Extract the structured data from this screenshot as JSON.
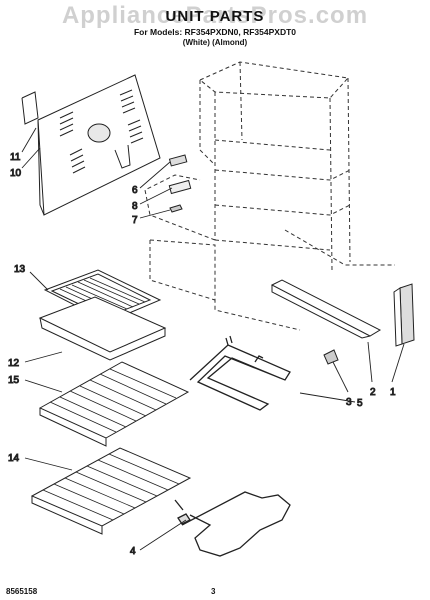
{
  "watermark": "AppliancePartsPros.com",
  "header": {
    "title": "UNIT PARTS",
    "model_line": "For Models: RF354PXDN0, RF354PXDT0",
    "colors_line": "(White)        (Almond)"
  },
  "callouts": {
    "c1": "1",
    "c2": "2",
    "c3": "3",
    "c4": "4",
    "c5": "5",
    "c6": "6",
    "c7": "7",
    "c8": "8",
    "c10": "10",
    "c11": "11",
    "c12": "12",
    "c13": "13",
    "c14": "14",
    "c15": "15"
  },
  "footer": {
    "code": "8565158",
    "page": "3"
  }
}
